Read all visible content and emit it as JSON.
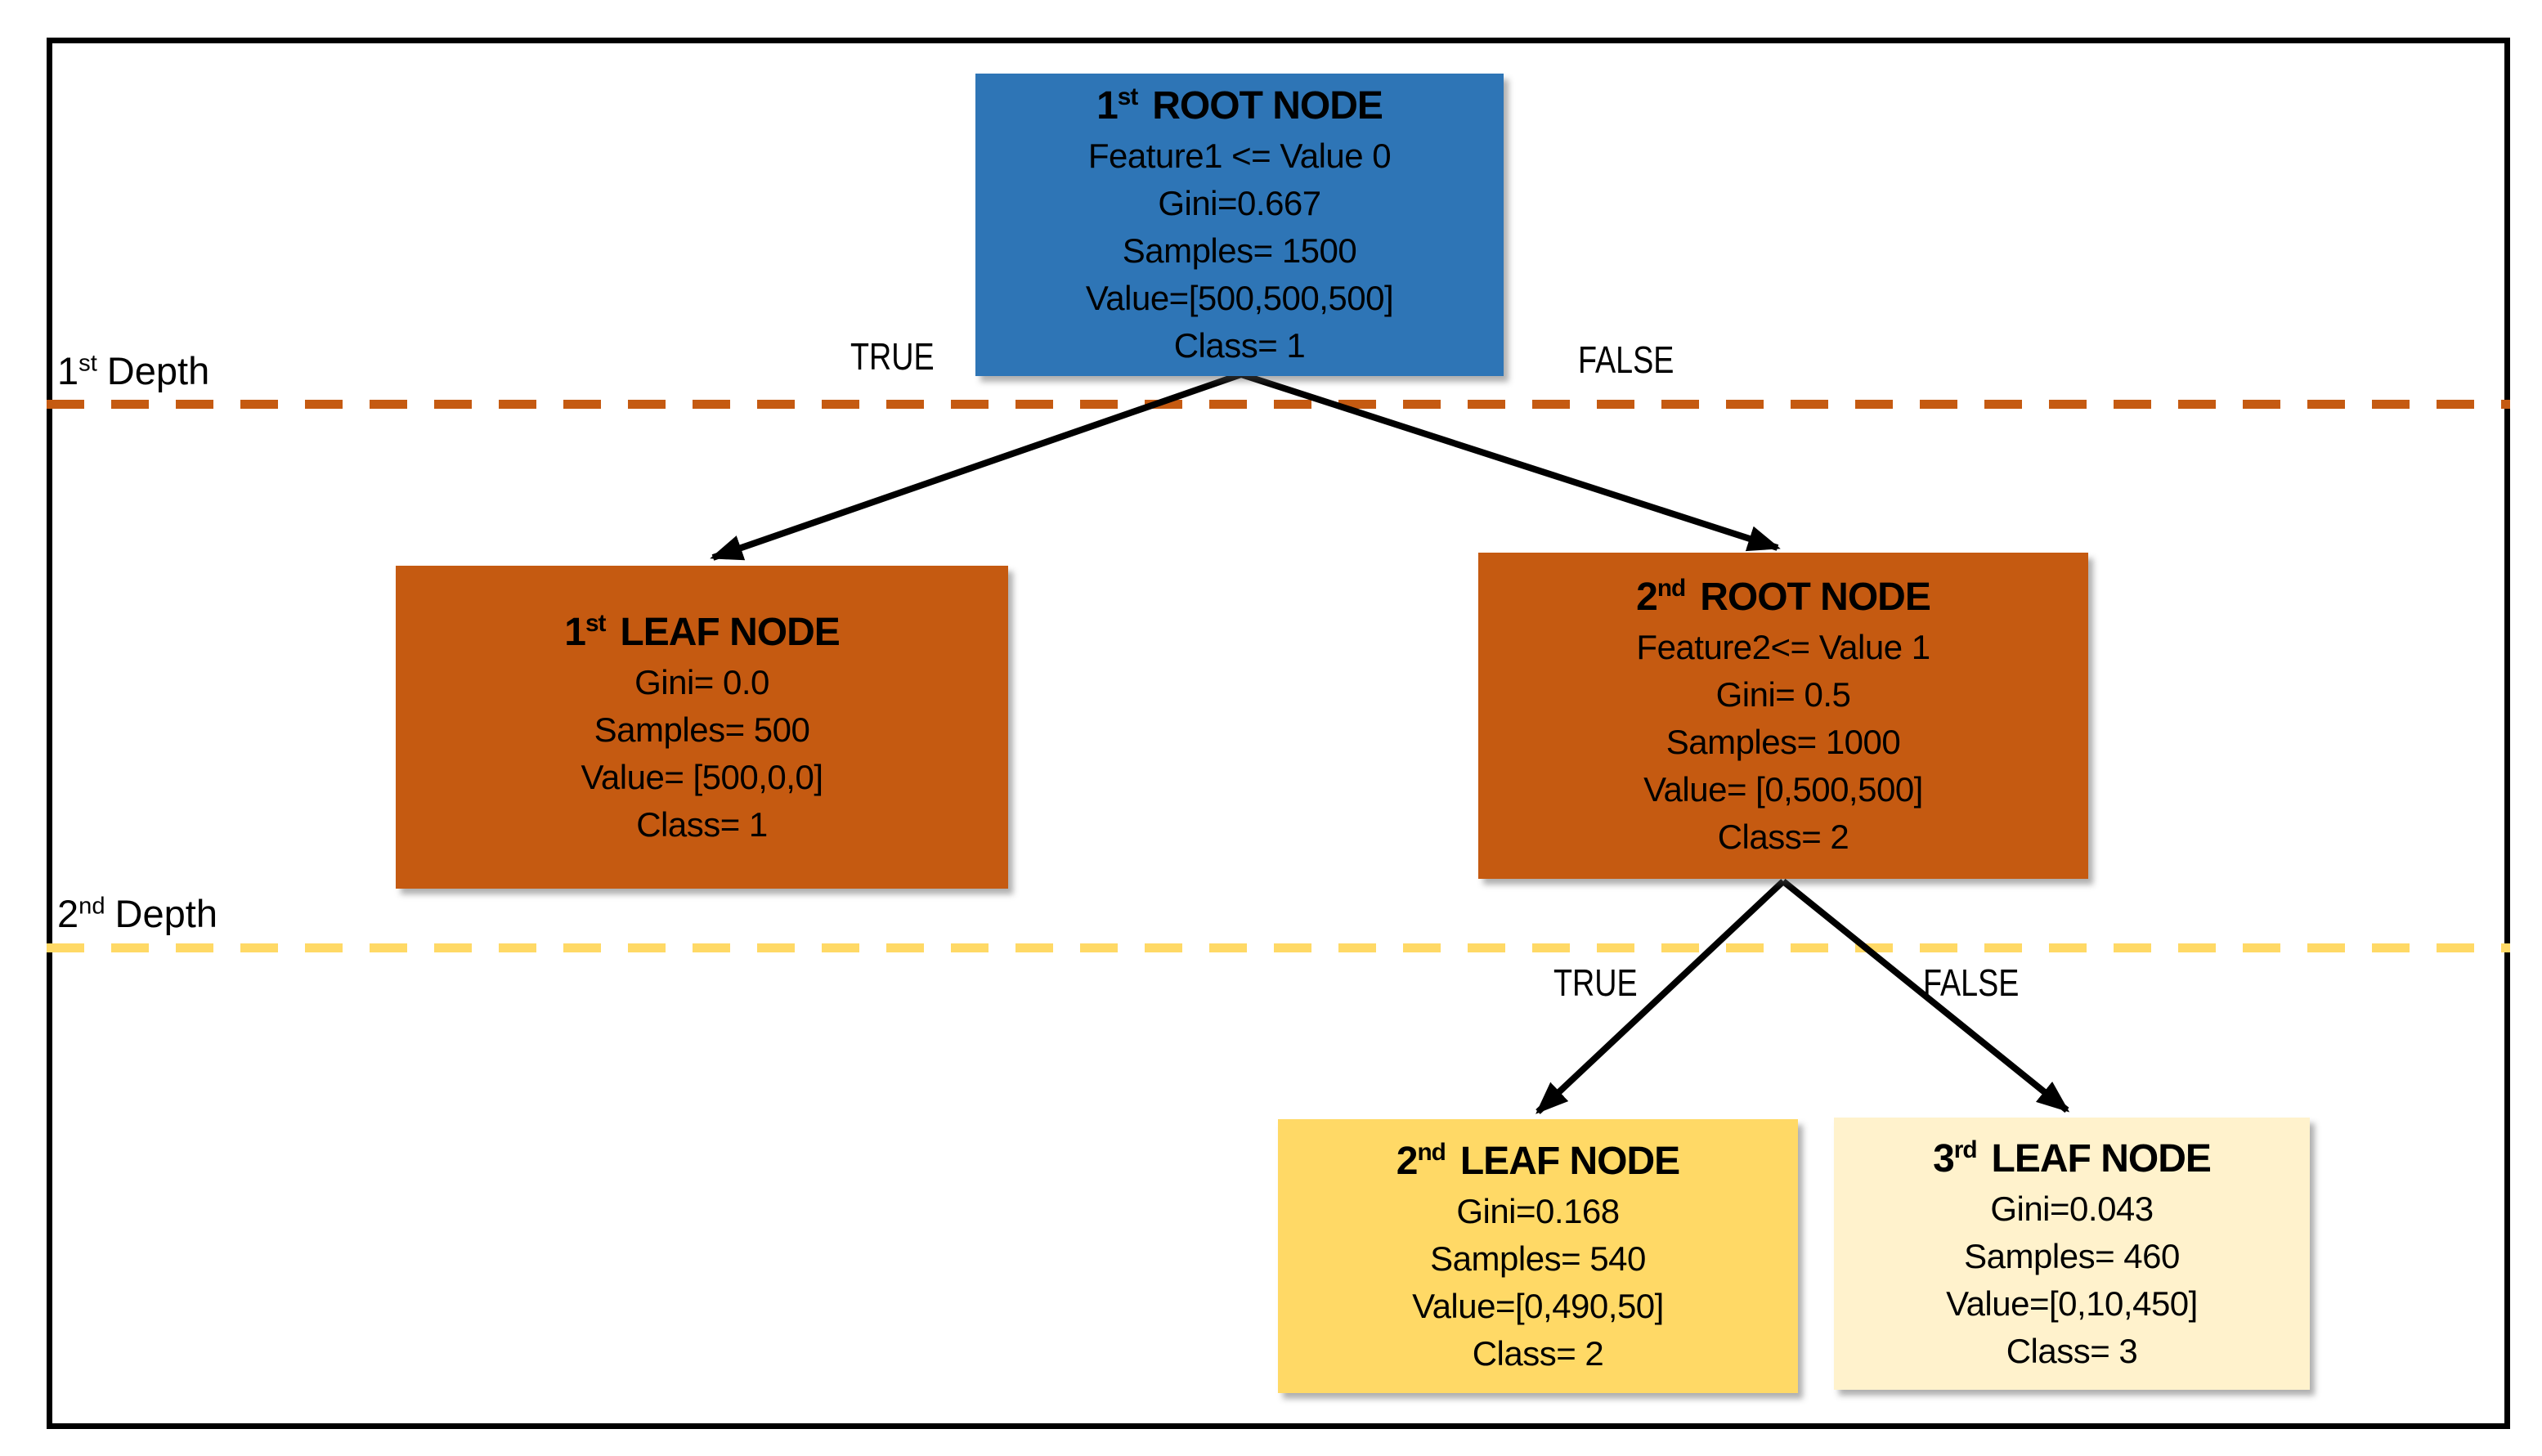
{
  "diagram": {
    "kind": "decision-tree",
    "border_color": "#000000",
    "edge_color": "#000000",
    "depth_markers": [
      {
        "ordinal": "1",
        "suffix": "st",
        "word": "Depth",
        "line_color": "#C55A11"
      },
      {
        "ordinal": "2",
        "suffix": "nd",
        "word": "Depth",
        "line_color": "#FFD966"
      }
    ],
    "splits": [
      {
        "true_label": "TRUE",
        "false_label": "FALSE"
      },
      {
        "true_label": "TRUE",
        "false_label": "FALSE"
      }
    ],
    "nodes": {
      "root1": {
        "ordinal": "1",
        "suffix": "st",
        "title": "ROOT NODE",
        "bg_color": "#2E75B6",
        "lines": [
          "Feature1 <= Value 0",
          "Gini=0.667",
          "Samples= 1500",
          "Value=[500,500,500]",
          "Class= 1"
        ]
      },
      "leaf1": {
        "ordinal": "1",
        "suffix": "st",
        "title": "LEAF NODE",
        "bg_color": "#C55A11",
        "lines": [
          "Gini= 0.0",
          "Samples= 500",
          "Value= [500,0,0]",
          "Class= 1"
        ]
      },
      "root2": {
        "ordinal": "2",
        "suffix": "nd",
        "title": "ROOT NODE",
        "bg_color": "#C55A11",
        "lines": [
          "Feature2<= Value 1",
          "Gini= 0.5",
          "Samples= 1000",
          "Value= [0,500,500]",
          "Class= 2"
        ]
      },
      "leaf2": {
        "ordinal": "2",
        "suffix": "nd",
        "title": "LEAF NODE",
        "bg_color": "#FFD966",
        "lines": [
          "Gini=0.168",
          "Samples= 540",
          "Value=[0,490,50]",
          "Class= 2"
        ]
      },
      "leaf3": {
        "ordinal": "3",
        "suffix": "rd",
        "title": "LEAF NODE",
        "bg_color": "#FFF2CC",
        "lines": [
          "Gini=0.043",
          "Samples= 460",
          "Value=[0,10,450]",
          "Class= 3"
        ]
      }
    }
  }
}
